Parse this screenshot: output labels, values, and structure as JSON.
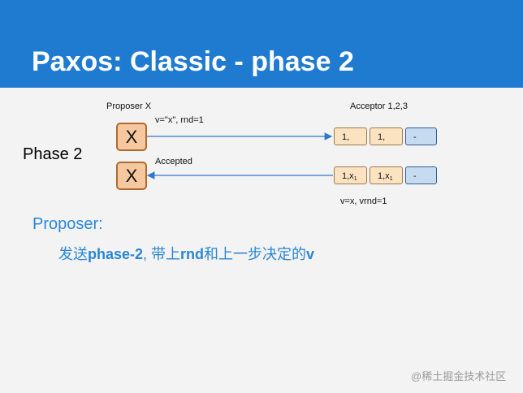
{
  "slide": {
    "title": "Paxos: Classic - phase 2"
  },
  "diagram": {
    "phase_label": "Phase 2",
    "proposer_label": "Proposer X",
    "acceptor_label": "Acceptor 1,2,3",
    "request_label": "v=\"x\", rnd=1",
    "response_label": "Accepted",
    "state_label": "v=x, vrnd=1",
    "proposer_symbol": "X",
    "row1_boxes": [
      "1,",
      "1,",
      "-"
    ],
    "row2_box_prefix": "1,x",
    "row2_box_subscript": "1",
    "row2_last": "-",
    "colors": {
      "header": "#1f7bd0",
      "proposer_fill": "#f6c8a0",
      "proposer_border": "#b06a2b",
      "acceptor_fill": "#fbe3c2",
      "acceptor_blank_fill": "#c6dbef",
      "arrow": "#2e78c8"
    }
  },
  "content": {
    "heading": "Proposer:",
    "body_parts": [
      "发送",
      "phase-2",
      ", 带上",
      "rnd",
      "和上一步决定的",
      "v"
    ]
  },
  "watermark": "@稀土掘金技术社区"
}
